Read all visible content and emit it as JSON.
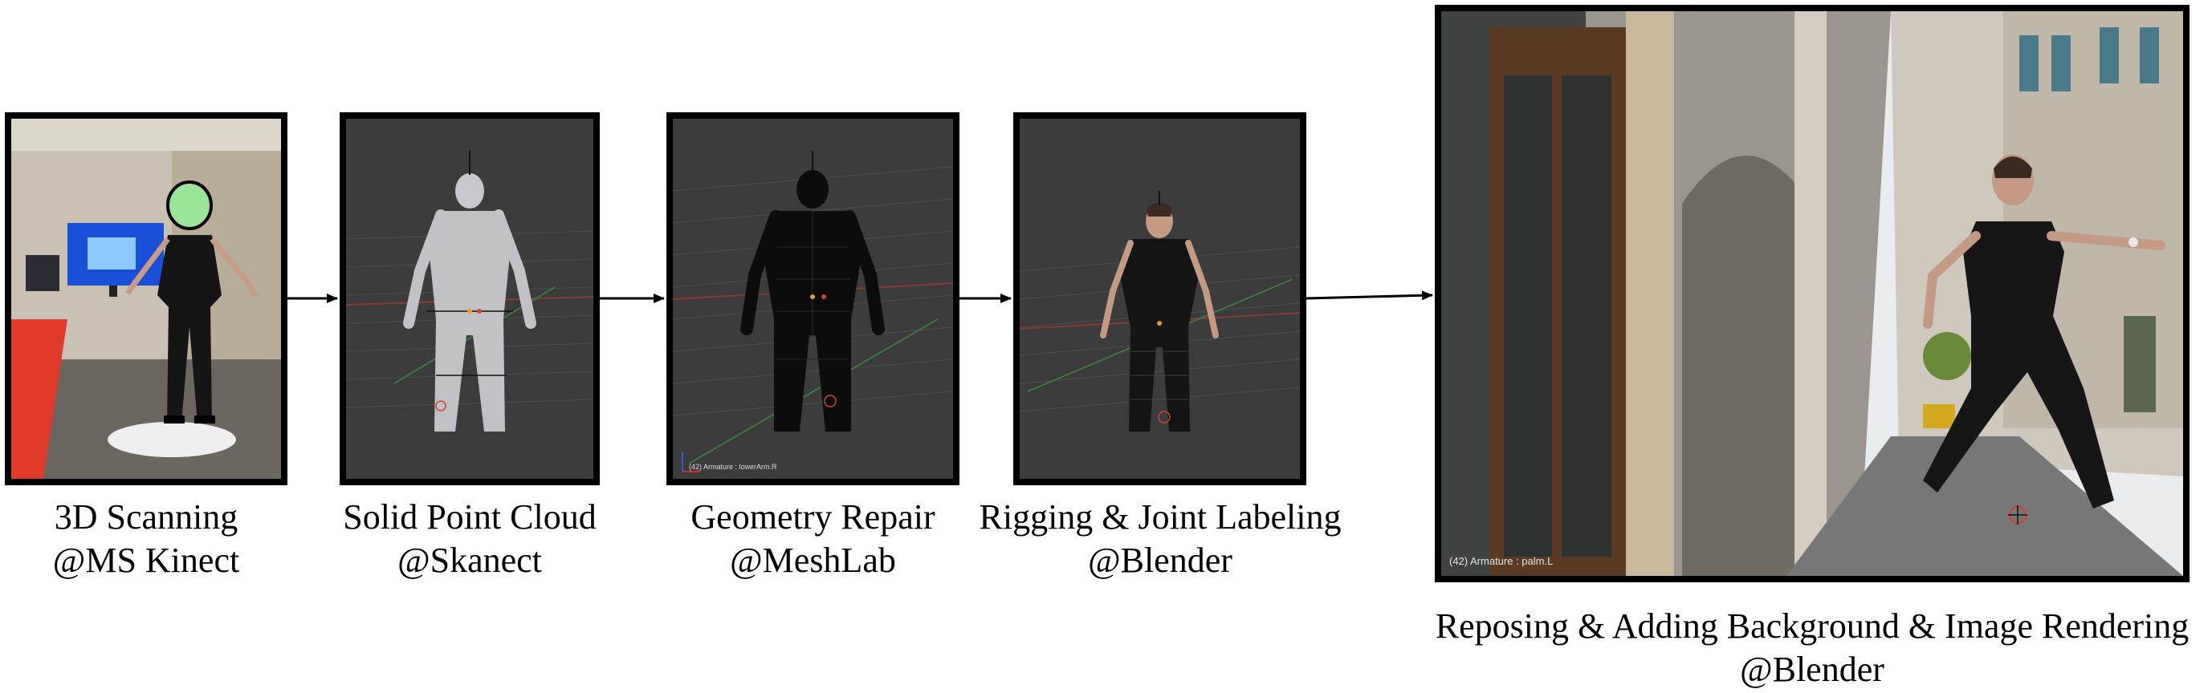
{
  "steps": [
    {
      "title": "3D Scanning",
      "tool": "@MS Kinect"
    },
    {
      "title": "Solid Point Cloud",
      "tool": "@Skanect"
    },
    {
      "title": "Geometry Repair",
      "tool": "@MeshLab"
    },
    {
      "title": "Rigging & Joint Labeling",
      "tool": "@Blender"
    },
    {
      "title": "Reposing & Adding Background & Image Rendering",
      "tool": "@Blender"
    }
  ],
  "viewport_labels": {
    "meshlab": "(42) Armature : lowerArm.R",
    "render": "(42) Armature : palm.L"
  },
  "colors": {
    "frame": "#000000",
    "viewport_bg": "#3c3c3c",
    "face_mask": "#9be59b",
    "floor": "#e23a2a"
  }
}
